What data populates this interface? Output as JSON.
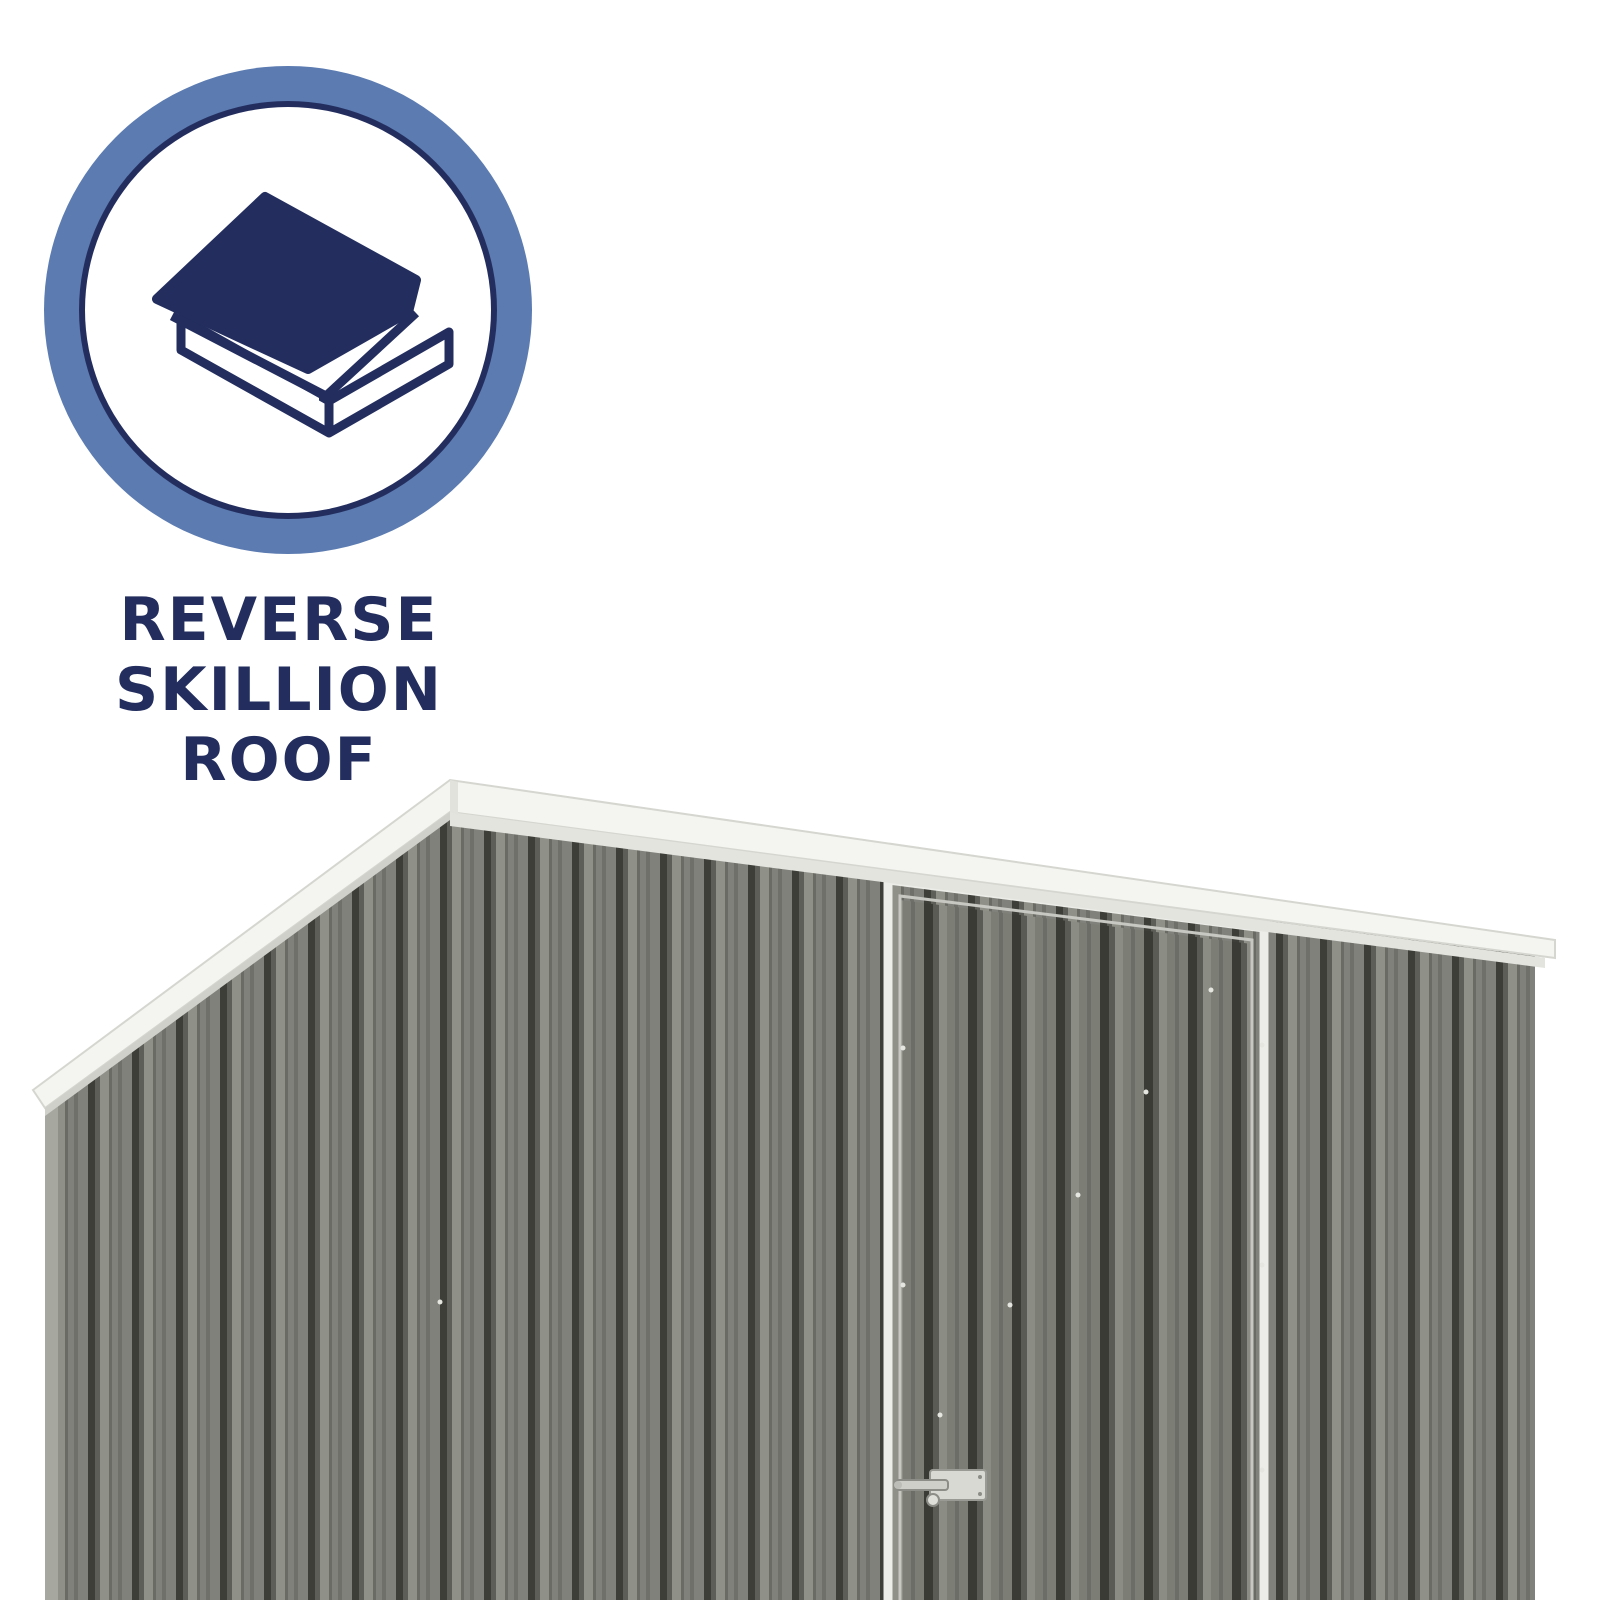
{
  "badge": {
    "icon": "skillion-roof-icon",
    "ring_color": "#5b7bb1",
    "inner_ring_color": "#232e5f",
    "icon_color": "#232e5f"
  },
  "caption": {
    "line1": "REVERSE",
    "line2": "SKILLION",
    "line3": "ROOF"
  },
  "colors": {
    "cladding": "#7d7e76",
    "cladding_dark": "#3f403a",
    "trim": "#f4f4f0"
  }
}
